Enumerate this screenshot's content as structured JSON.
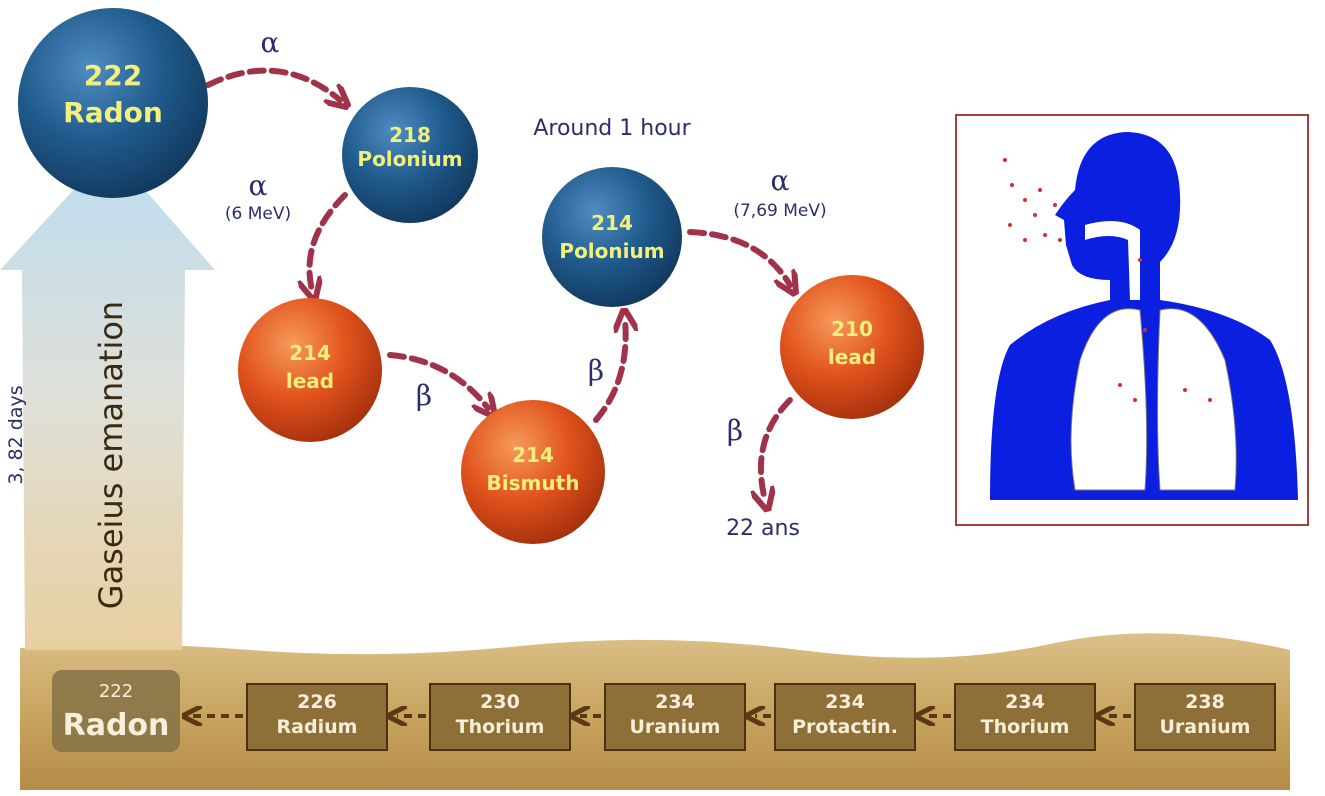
{
  "nuclides": {
    "radon222": {
      "number": "222",
      "name": "Radon"
    },
    "polonium218": {
      "number": "218",
      "name": "Polonium"
    },
    "polonium214": {
      "number": "214",
      "name": "Polonium"
    },
    "lead214": {
      "number": "214",
      "name": "lead"
    },
    "bismuth214": {
      "number": "214",
      "name": "Bismuth"
    },
    "lead210": {
      "number": "210",
      "name": "lead"
    }
  },
  "labels": {
    "alpha1": "α",
    "alpha2": "α",
    "alpha2_energy": "(6 MeV)",
    "alpha3": "α",
    "alpha3_energy": "(7,69 MeV)",
    "beta1": "β",
    "beta2": "β",
    "beta3": "β",
    "around_hour": "Around 1 hour",
    "end_time": "22 ans",
    "half_life": "3, 82  days",
    "emanation": "Gaseius emanation"
  },
  "ground_chain": [
    {
      "number": "222",
      "name": "Radon"
    },
    {
      "number": "226",
      "name": "Radium"
    },
    {
      "number": "230",
      "name": "Thorium"
    },
    {
      "number": "234",
      "name": "Uranium"
    },
    {
      "number": "234",
      "name": "Protactin."
    },
    {
      "number": "234",
      "name": "Thorium"
    },
    {
      "number": "238",
      "name": "Uranium"
    }
  ],
  "colors": {
    "blue": "#1f5a8c",
    "orange": "#e0521c",
    "body": "#0a1fe0",
    "frame": "#a0403f",
    "ground": "#c9a865"
  }
}
